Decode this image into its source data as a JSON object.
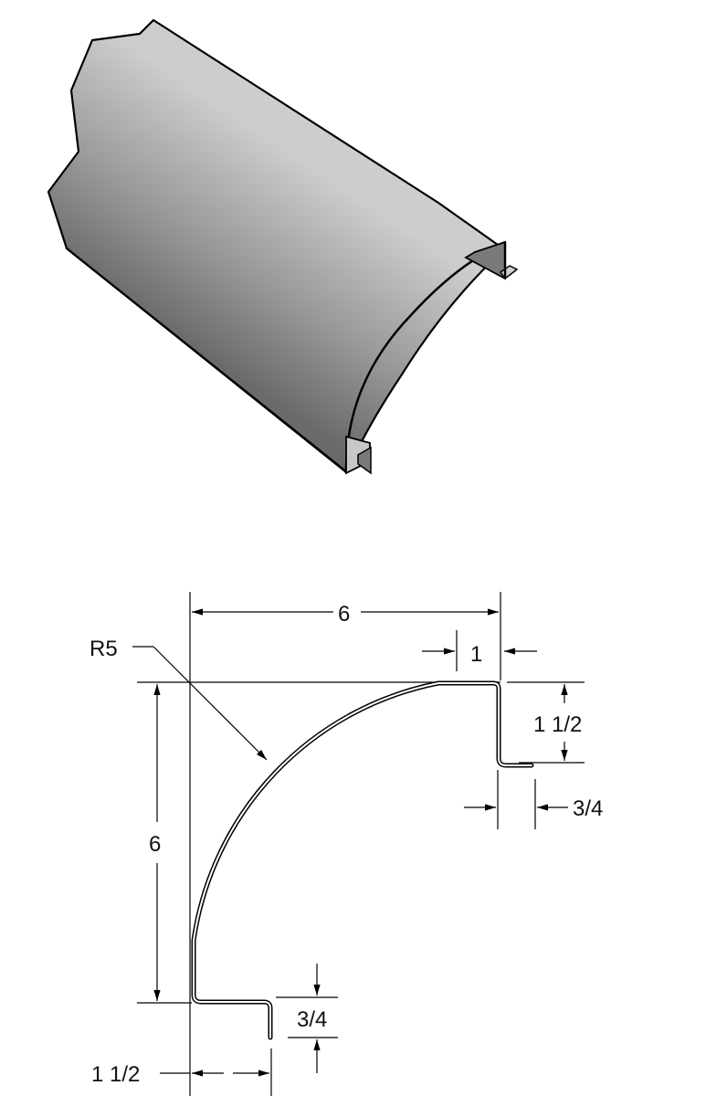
{
  "figure": {
    "isometric_view": {
      "description": "Quarter-round sheet metal trim, 3D shaded isometric view",
      "shade_colors": {
        "light": "#cdcdcd",
        "mid": "#a0a0a0",
        "dark": "#6a6a6a",
        "edge": "#000000"
      }
    },
    "section_view": {
      "dimensions": {
        "overall_width": "6",
        "overall_height": "6",
        "radius": "R5",
        "top_flange_width": "1",
        "top_return_height": "1 1/2",
        "top_lip": "3/4",
        "bottom_return_height": "3/4",
        "bottom_flange_width": "1 1/2"
      }
    }
  }
}
